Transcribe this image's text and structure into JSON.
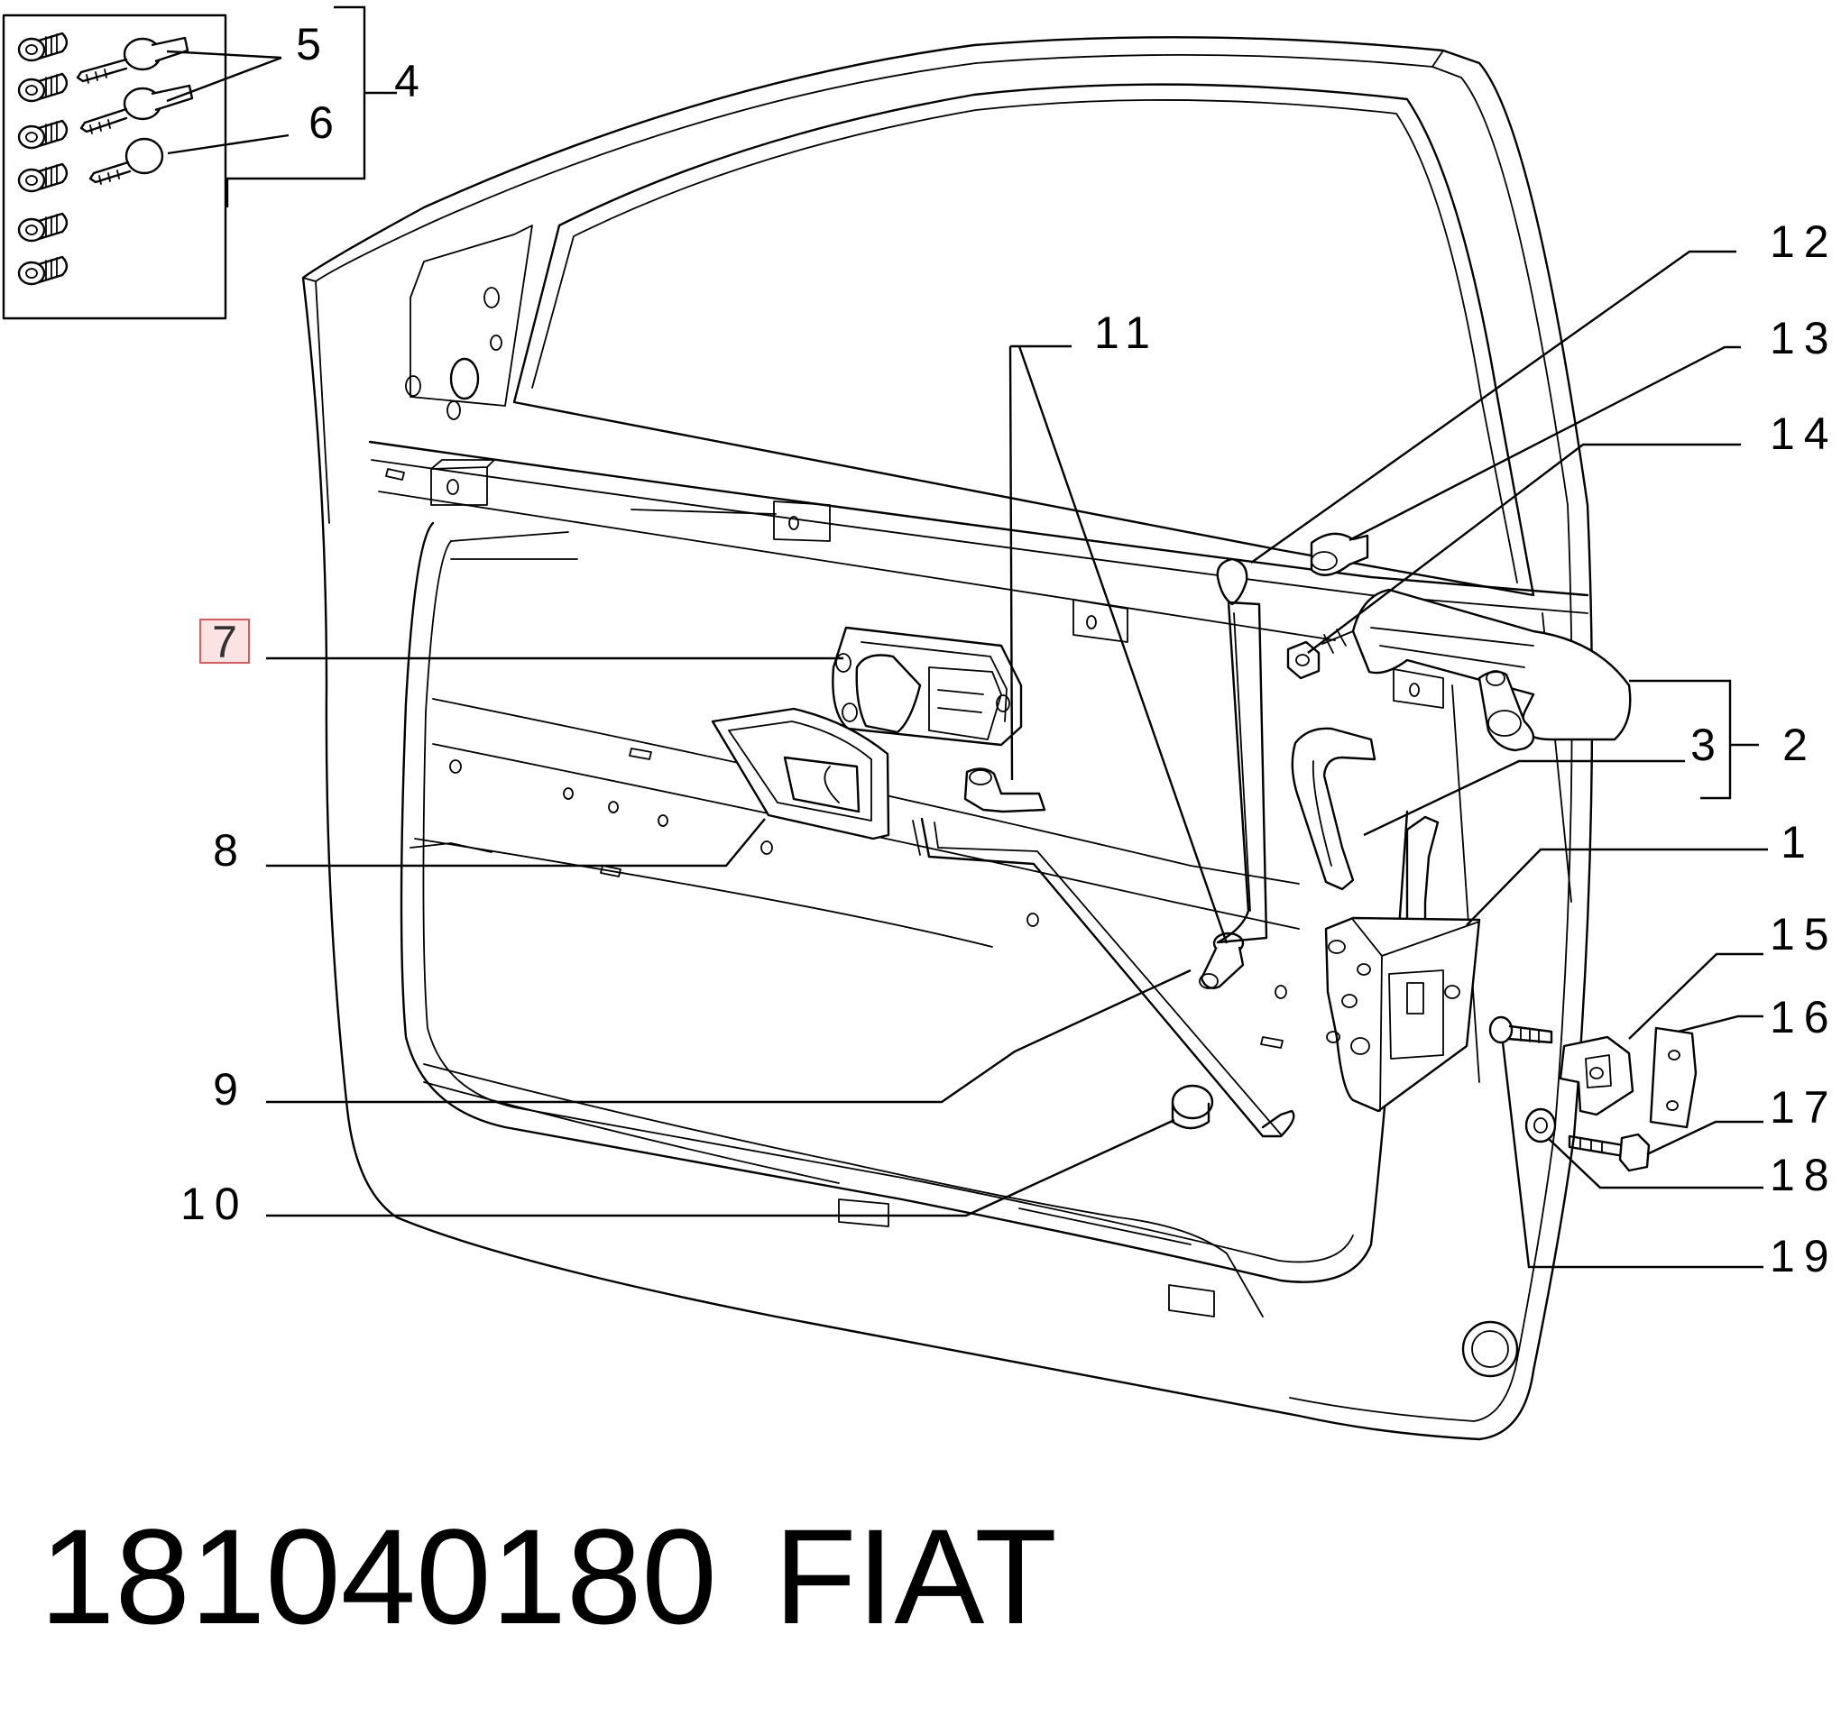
{
  "callouts": {
    "c1": "1",
    "c2": "2",
    "c3": "3",
    "c4": "4",
    "c5": "5",
    "c6": "6",
    "c7": "7",
    "c8": "8",
    "c9": "9",
    "c10": "10",
    "c11": "11",
    "c12": "12",
    "c13": "13",
    "c14": "14",
    "c15": "15",
    "c16": "16",
    "c17": "17",
    "c18": "18",
    "c19": "19"
  },
  "highlighted_callout": "7",
  "highlight_color": "#e05a5a",
  "caption": {
    "part_number": "181040180",
    "brand": "FIAT"
  }
}
